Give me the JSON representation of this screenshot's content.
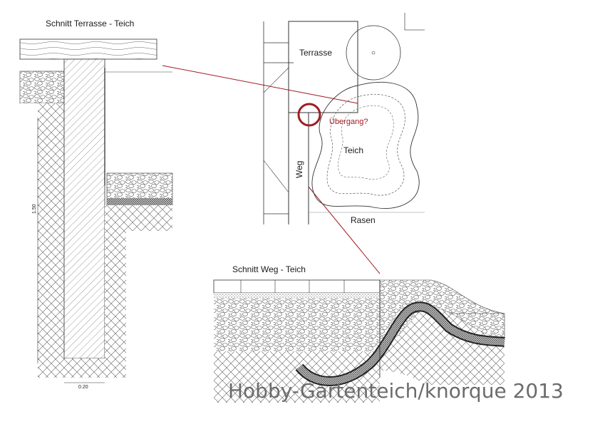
{
  "section_terrace": {
    "title": "Schnitt Terrasse - Teich",
    "dim_height": "1.50",
    "dim_width": "0.20"
  },
  "plan": {
    "terrace_label": "Terrasse",
    "path_label": "Weg",
    "pond_label": "Teich",
    "lawn_label": "Rasen",
    "transition_label": "Übergang?"
  },
  "section_path": {
    "title": "Schnitt Weg - Teich"
  },
  "watermark": "Hobby-Gartenteich/knorque 2013",
  "colors": {
    "highlight": "#a01c24",
    "line": "#2a2a2a"
  }
}
